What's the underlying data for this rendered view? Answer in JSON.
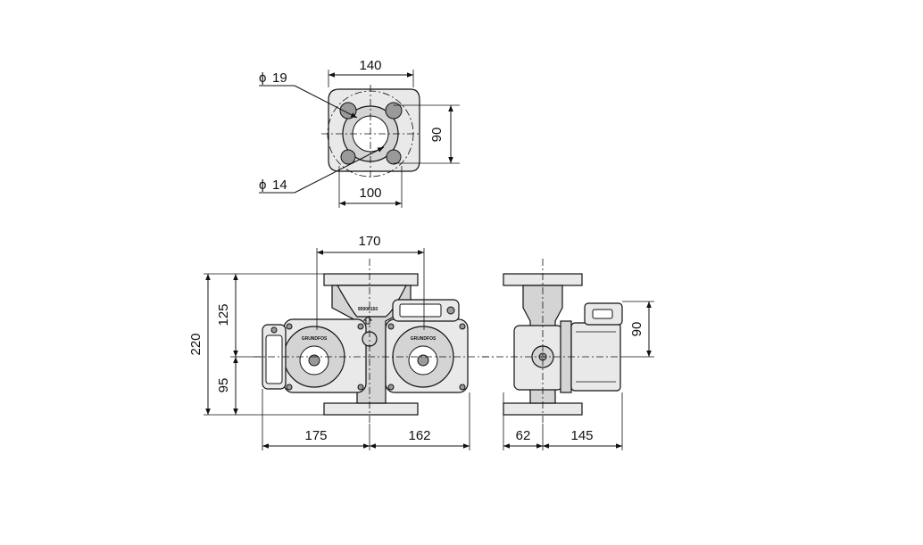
{
  "dimensions": {
    "flange_width": "140",
    "flange_height": "90",
    "bolt_spacing": "100",
    "hole_large": "19",
    "hole_small": "14",
    "port_spacing": "170",
    "total_height": "220",
    "upper_height": "125",
    "lower_height": "95",
    "left_width": "175",
    "right_width": "162",
    "side_offset": "62",
    "side_depth": "145",
    "side_height": "90"
  },
  "labels": {
    "phi_symbol": "ϕ",
    "product_number": "95906150",
    "brand_text": "GRUNDFOS"
  }
}
